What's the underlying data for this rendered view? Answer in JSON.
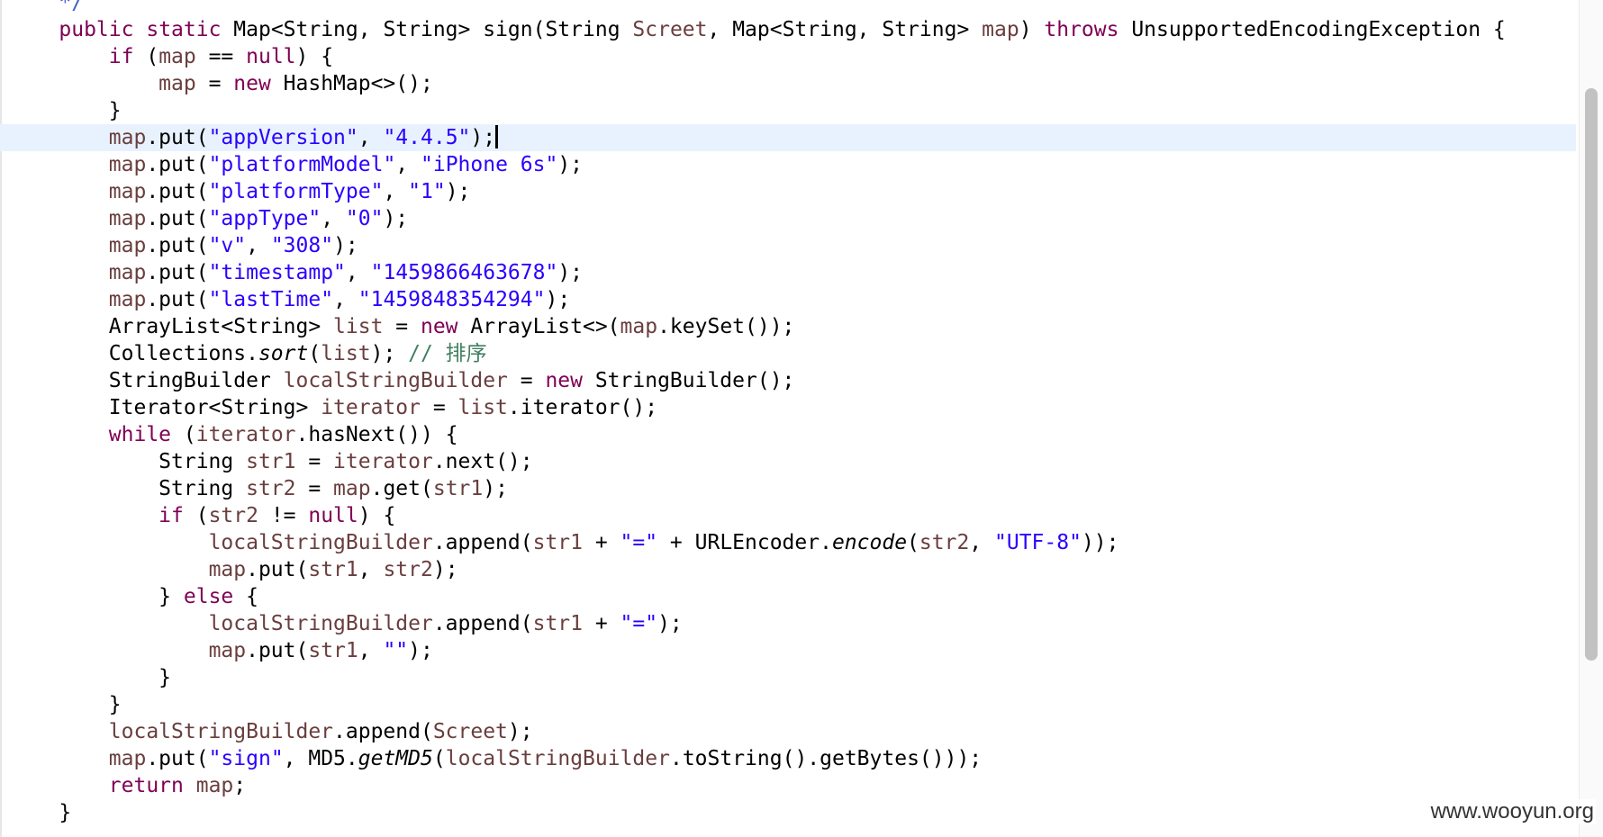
{
  "editor": {
    "watermark": "www.wooyun.org",
    "highlight_color": "#e8f2fe",
    "colors": {
      "keyword": "#7f0055",
      "string": "#2a00ff",
      "variable": "#6a3e3e",
      "comment": "#3f7f5f",
      "javadoc": "#3f5fbf"
    },
    "lines": [
      {
        "highlight": false,
        "tokens": [
          {
            "t": "    ",
            "c": "plain"
          },
          {
            "t": "*/",
            "c": "jd"
          }
        ]
      },
      {
        "highlight": false,
        "tokens": [
          {
            "t": "    ",
            "c": "plain"
          },
          {
            "t": "public",
            "c": "kw"
          },
          {
            "t": " ",
            "c": "plain"
          },
          {
            "t": "static",
            "c": "kw"
          },
          {
            "t": " Map<String, String> sign(String ",
            "c": "plain"
          },
          {
            "t": "Screet",
            "c": "var"
          },
          {
            "t": ", Map<String, String> ",
            "c": "plain"
          },
          {
            "t": "map",
            "c": "var"
          },
          {
            "t": ") ",
            "c": "plain"
          },
          {
            "t": "throws",
            "c": "kw"
          },
          {
            "t": " UnsupportedEncodingException {",
            "c": "plain"
          }
        ]
      },
      {
        "highlight": false,
        "tokens": [
          {
            "t": "        ",
            "c": "plain"
          },
          {
            "t": "if",
            "c": "kw"
          },
          {
            "t": " (",
            "c": "plain"
          },
          {
            "t": "map",
            "c": "var"
          },
          {
            "t": " == ",
            "c": "plain"
          },
          {
            "t": "null",
            "c": "kw"
          },
          {
            "t": ") {",
            "c": "plain"
          }
        ]
      },
      {
        "highlight": false,
        "tokens": [
          {
            "t": "            ",
            "c": "plain"
          },
          {
            "t": "map",
            "c": "var"
          },
          {
            "t": " = ",
            "c": "plain"
          },
          {
            "t": "new",
            "c": "kw"
          },
          {
            "t": " HashMap<>();",
            "c": "plain"
          }
        ]
      },
      {
        "highlight": false,
        "tokens": [
          {
            "t": "        }",
            "c": "plain"
          }
        ]
      },
      {
        "highlight": true,
        "caret": true,
        "tokens": [
          {
            "t": "        ",
            "c": "plain"
          },
          {
            "t": "map",
            "c": "var"
          },
          {
            "t": ".put(",
            "c": "plain"
          },
          {
            "t": "\"appVersion\"",
            "c": "str"
          },
          {
            "t": ", ",
            "c": "plain"
          },
          {
            "t": "\"4.4.5\"",
            "c": "str"
          },
          {
            "t": ");",
            "c": "plain"
          }
        ]
      },
      {
        "highlight": false,
        "tokens": [
          {
            "t": "        ",
            "c": "plain"
          },
          {
            "t": "map",
            "c": "var"
          },
          {
            "t": ".put(",
            "c": "plain"
          },
          {
            "t": "\"platformModel\"",
            "c": "str"
          },
          {
            "t": ", ",
            "c": "plain"
          },
          {
            "t": "\"iPhone 6s\"",
            "c": "str"
          },
          {
            "t": ");",
            "c": "plain"
          }
        ]
      },
      {
        "highlight": false,
        "tokens": [
          {
            "t": "        ",
            "c": "plain"
          },
          {
            "t": "map",
            "c": "var"
          },
          {
            "t": ".put(",
            "c": "plain"
          },
          {
            "t": "\"platformType\"",
            "c": "str"
          },
          {
            "t": ", ",
            "c": "plain"
          },
          {
            "t": "\"1\"",
            "c": "str"
          },
          {
            "t": ");",
            "c": "plain"
          }
        ]
      },
      {
        "highlight": false,
        "tokens": [
          {
            "t": "        ",
            "c": "plain"
          },
          {
            "t": "map",
            "c": "var"
          },
          {
            "t": ".put(",
            "c": "plain"
          },
          {
            "t": "\"appType\"",
            "c": "str"
          },
          {
            "t": ", ",
            "c": "plain"
          },
          {
            "t": "\"0\"",
            "c": "str"
          },
          {
            "t": ");",
            "c": "plain"
          }
        ]
      },
      {
        "highlight": false,
        "tokens": [
          {
            "t": "        ",
            "c": "plain"
          },
          {
            "t": "map",
            "c": "var"
          },
          {
            "t": ".put(",
            "c": "plain"
          },
          {
            "t": "\"v\"",
            "c": "str"
          },
          {
            "t": ", ",
            "c": "plain"
          },
          {
            "t": "\"308\"",
            "c": "str"
          },
          {
            "t": ");",
            "c": "plain"
          }
        ]
      },
      {
        "highlight": false,
        "tokens": [
          {
            "t": "        ",
            "c": "plain"
          },
          {
            "t": "map",
            "c": "var"
          },
          {
            "t": ".put(",
            "c": "plain"
          },
          {
            "t": "\"timestamp\"",
            "c": "str"
          },
          {
            "t": ", ",
            "c": "plain"
          },
          {
            "t": "\"1459866463678\"",
            "c": "str"
          },
          {
            "t": ");",
            "c": "plain"
          }
        ]
      },
      {
        "highlight": false,
        "tokens": [
          {
            "t": "        ",
            "c": "plain"
          },
          {
            "t": "map",
            "c": "var"
          },
          {
            "t": ".put(",
            "c": "plain"
          },
          {
            "t": "\"lastTime\"",
            "c": "str"
          },
          {
            "t": ", ",
            "c": "plain"
          },
          {
            "t": "\"1459848354294\"",
            "c": "str"
          },
          {
            "t": ");",
            "c": "plain"
          }
        ]
      },
      {
        "highlight": false,
        "tokens": [
          {
            "t": "        ArrayList<String> ",
            "c": "plain"
          },
          {
            "t": "list",
            "c": "var"
          },
          {
            "t": " = ",
            "c": "plain"
          },
          {
            "t": "new",
            "c": "kw"
          },
          {
            "t": " ArrayList<>(",
            "c": "plain"
          },
          {
            "t": "map",
            "c": "var"
          },
          {
            "t": ".keySet());",
            "c": "plain"
          }
        ]
      },
      {
        "highlight": false,
        "tokens": [
          {
            "t": "        Collections.",
            "c": "plain"
          },
          {
            "t": "sort",
            "c": "it"
          },
          {
            "t": "(",
            "c": "plain"
          },
          {
            "t": "list",
            "c": "var"
          },
          {
            "t": "); ",
            "c": "plain"
          },
          {
            "t": "// 排序",
            "c": "cm"
          }
        ]
      },
      {
        "highlight": false,
        "tokens": [
          {
            "t": "        StringBuilder ",
            "c": "plain"
          },
          {
            "t": "localStringBuilder",
            "c": "var"
          },
          {
            "t": " = ",
            "c": "plain"
          },
          {
            "t": "new",
            "c": "kw"
          },
          {
            "t": " StringBuilder();",
            "c": "plain"
          }
        ]
      },
      {
        "highlight": false,
        "tokens": [
          {
            "t": "        Iterator<String> ",
            "c": "plain"
          },
          {
            "t": "iterator",
            "c": "var"
          },
          {
            "t": " = ",
            "c": "plain"
          },
          {
            "t": "list",
            "c": "var"
          },
          {
            "t": ".iterator();",
            "c": "plain"
          }
        ]
      },
      {
        "highlight": false,
        "tokens": [
          {
            "t": "        ",
            "c": "plain"
          },
          {
            "t": "while",
            "c": "kw"
          },
          {
            "t": " (",
            "c": "plain"
          },
          {
            "t": "iterator",
            "c": "var"
          },
          {
            "t": ".hasNext()) {",
            "c": "plain"
          }
        ]
      },
      {
        "highlight": false,
        "tokens": [
          {
            "t": "            String ",
            "c": "plain"
          },
          {
            "t": "str1",
            "c": "var"
          },
          {
            "t": " = ",
            "c": "plain"
          },
          {
            "t": "iterator",
            "c": "var"
          },
          {
            "t": ".next();",
            "c": "plain"
          }
        ]
      },
      {
        "highlight": false,
        "tokens": [
          {
            "t": "            String ",
            "c": "plain"
          },
          {
            "t": "str2",
            "c": "var"
          },
          {
            "t": " = ",
            "c": "plain"
          },
          {
            "t": "map",
            "c": "var"
          },
          {
            "t": ".get(",
            "c": "plain"
          },
          {
            "t": "str1",
            "c": "var"
          },
          {
            "t": ");",
            "c": "plain"
          }
        ]
      },
      {
        "highlight": false,
        "tokens": [
          {
            "t": "            ",
            "c": "plain"
          },
          {
            "t": "if",
            "c": "kw"
          },
          {
            "t": " (",
            "c": "plain"
          },
          {
            "t": "str2",
            "c": "var"
          },
          {
            "t": " != ",
            "c": "plain"
          },
          {
            "t": "null",
            "c": "kw"
          },
          {
            "t": ") {",
            "c": "plain"
          }
        ]
      },
      {
        "highlight": false,
        "tokens": [
          {
            "t": "                ",
            "c": "plain"
          },
          {
            "t": "localStringBuilder",
            "c": "var"
          },
          {
            "t": ".append(",
            "c": "plain"
          },
          {
            "t": "str1",
            "c": "var"
          },
          {
            "t": " + ",
            "c": "plain"
          },
          {
            "t": "\"=\"",
            "c": "str"
          },
          {
            "t": " + URLEncoder.",
            "c": "plain"
          },
          {
            "t": "encode",
            "c": "it"
          },
          {
            "t": "(",
            "c": "plain"
          },
          {
            "t": "str2",
            "c": "var"
          },
          {
            "t": ", ",
            "c": "plain"
          },
          {
            "t": "\"UTF-8\"",
            "c": "str"
          },
          {
            "t": "));",
            "c": "plain"
          }
        ]
      },
      {
        "highlight": false,
        "tokens": [
          {
            "t": "                ",
            "c": "plain"
          },
          {
            "t": "map",
            "c": "var"
          },
          {
            "t": ".put(",
            "c": "plain"
          },
          {
            "t": "str1",
            "c": "var"
          },
          {
            "t": ", ",
            "c": "plain"
          },
          {
            "t": "str2",
            "c": "var"
          },
          {
            "t": ");",
            "c": "plain"
          }
        ]
      },
      {
        "highlight": false,
        "tokens": [
          {
            "t": "            } ",
            "c": "plain"
          },
          {
            "t": "else",
            "c": "kw"
          },
          {
            "t": " {",
            "c": "plain"
          }
        ]
      },
      {
        "highlight": false,
        "tokens": [
          {
            "t": "                ",
            "c": "plain"
          },
          {
            "t": "localStringBuilder",
            "c": "var"
          },
          {
            "t": ".append(",
            "c": "plain"
          },
          {
            "t": "str1",
            "c": "var"
          },
          {
            "t": " + ",
            "c": "plain"
          },
          {
            "t": "\"=\"",
            "c": "str"
          },
          {
            "t": ");",
            "c": "plain"
          }
        ]
      },
      {
        "highlight": false,
        "tokens": [
          {
            "t": "                ",
            "c": "plain"
          },
          {
            "t": "map",
            "c": "var"
          },
          {
            "t": ".put(",
            "c": "plain"
          },
          {
            "t": "str1",
            "c": "var"
          },
          {
            "t": ", ",
            "c": "plain"
          },
          {
            "t": "\"\"",
            "c": "str"
          },
          {
            "t": ");",
            "c": "plain"
          }
        ]
      },
      {
        "highlight": false,
        "tokens": [
          {
            "t": "            }",
            "c": "plain"
          }
        ]
      },
      {
        "highlight": false,
        "tokens": [
          {
            "t": "        }",
            "c": "plain"
          }
        ]
      },
      {
        "highlight": false,
        "tokens": [
          {
            "t": "        ",
            "c": "plain"
          },
          {
            "t": "localStringBuilder",
            "c": "var"
          },
          {
            "t": ".append(",
            "c": "plain"
          },
          {
            "t": "Screet",
            "c": "var"
          },
          {
            "t": ");",
            "c": "plain"
          }
        ]
      },
      {
        "highlight": false,
        "tokens": [
          {
            "t": "        ",
            "c": "plain"
          },
          {
            "t": "map",
            "c": "var"
          },
          {
            "t": ".put(",
            "c": "plain"
          },
          {
            "t": "\"sign\"",
            "c": "str"
          },
          {
            "t": ", MD5.",
            "c": "plain"
          },
          {
            "t": "getMD5",
            "c": "it"
          },
          {
            "t": "(",
            "c": "plain"
          },
          {
            "t": "localStringBuilder",
            "c": "var"
          },
          {
            "t": ".toString().getBytes()));",
            "c": "plain"
          }
        ]
      },
      {
        "highlight": false,
        "tokens": [
          {
            "t": "        ",
            "c": "plain"
          },
          {
            "t": "return",
            "c": "kw"
          },
          {
            "t": " ",
            "c": "plain"
          },
          {
            "t": "map",
            "c": "var"
          },
          {
            "t": ";",
            "c": "plain"
          }
        ]
      },
      {
        "highlight": false,
        "tokens": [
          {
            "t": "    }",
            "c": "plain"
          }
        ]
      }
    ]
  }
}
